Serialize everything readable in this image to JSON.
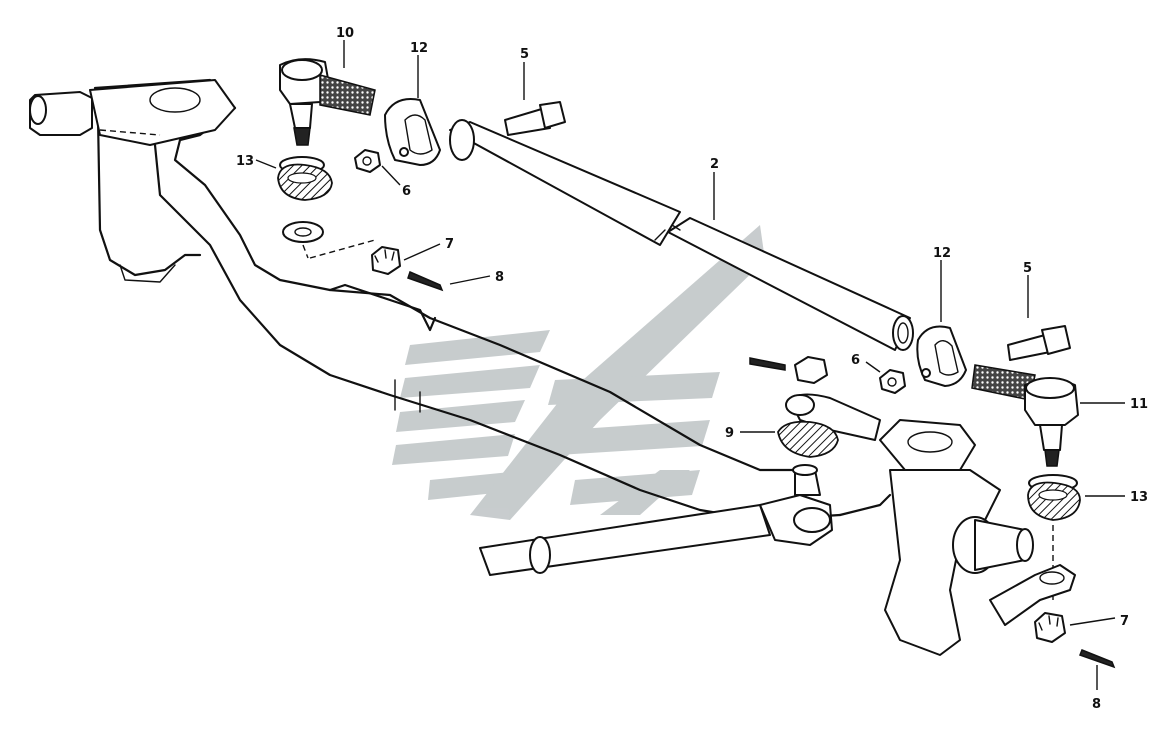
{
  "callouts": {
    "c10": "10",
    "c12a": "12",
    "c5a": "5",
    "c13a": "13",
    "c6a": "6",
    "c2": "2",
    "c7a": "7",
    "c8a": "8",
    "c12b": "12",
    "c5b": "5",
    "c6b": "6",
    "c11": "11",
    "c9": "9",
    "c13b": "13",
    "c7b": "7",
    "c8b": "8"
  },
  "colors": {
    "ink": "#111111",
    "watermark": "#9aa3a6",
    "background": "#ffffff"
  },
  "watermark_icon": "stylized-stripes-logo"
}
